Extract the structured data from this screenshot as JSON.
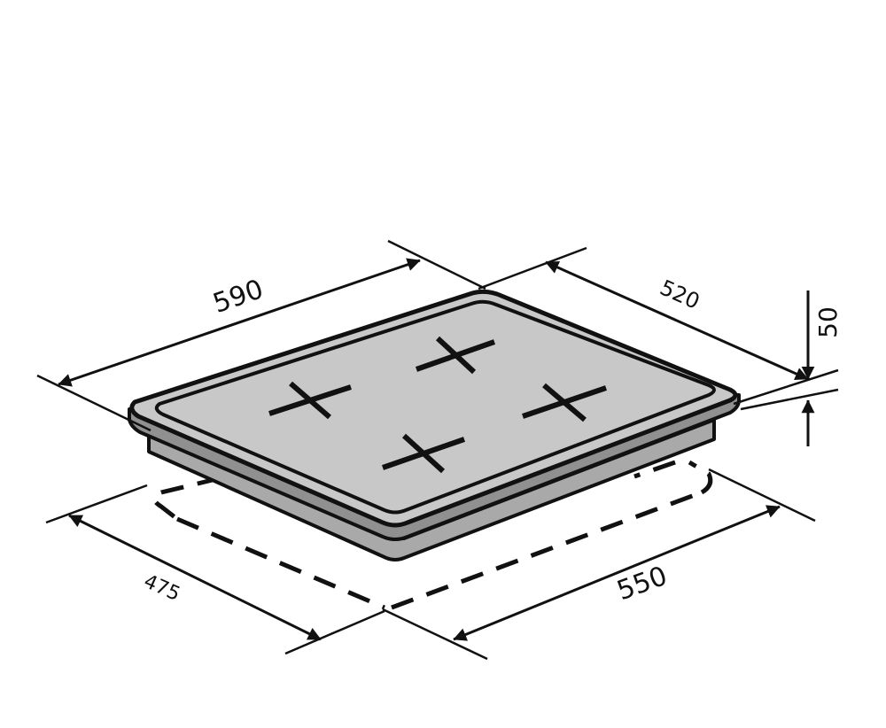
{
  "dimensions": {
    "width": "590",
    "depth": "520",
    "height": "50",
    "cutout_width": "550",
    "cutout_depth": "475"
  },
  "colors": {
    "line": "#111111",
    "surface": "#c8c8c8",
    "side": "#a9a9a9",
    "bottom_side": "#909090",
    "background": "#ffffff"
  }
}
